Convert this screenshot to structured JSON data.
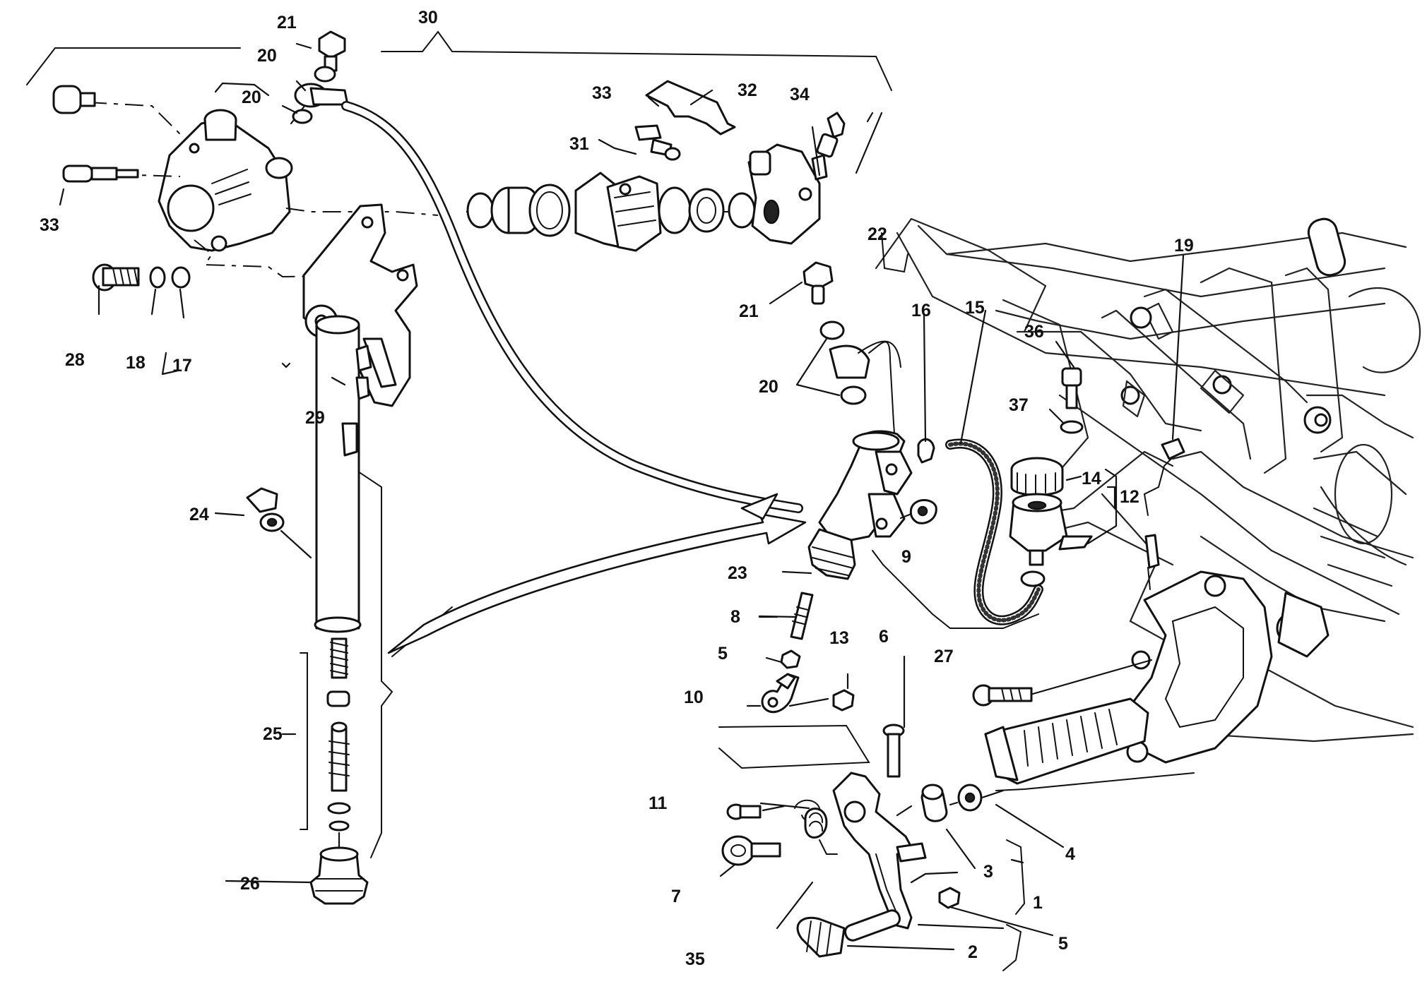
{
  "labels": {
    "l1": "1",
    "l2": "2",
    "l3": "3",
    "l4": "4",
    "l5a": "5",
    "l5b": "5",
    "l6": "6",
    "l7": "7",
    "l8": "8",
    "l9": "9",
    "l10": "10",
    "l11": "11",
    "l12": "12",
    "l13": "13",
    "l14": "14",
    "l15": "15",
    "l16": "16",
    "l17": "17",
    "l18": "18",
    "l19": "19",
    "l20a": "20",
    "l20b": "20",
    "l20c": "20",
    "l21a": "21",
    "l21b": "21",
    "l22": "22",
    "l23": "23",
    "l24": "24",
    "l25": "25",
    "l26": "26",
    "l27": "27",
    "l28": "28",
    "l29": "29",
    "l30": "30",
    "l31": "31",
    "l32": "32",
    "l33a": "33",
    "l33b": "33",
    "l34": "34",
    "l35": "35",
    "l36": "36",
    "l37": "37"
  },
  "colors": {
    "ink": "#111111",
    "paper": "#ffffff"
  }
}
